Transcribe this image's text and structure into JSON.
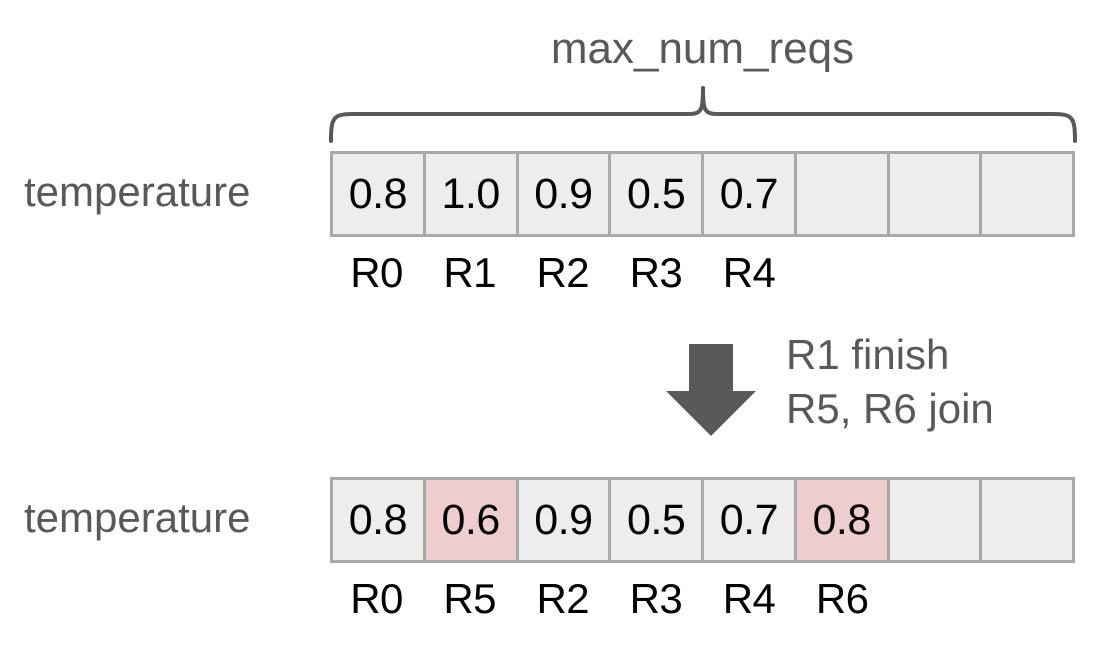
{
  "diagram": {
    "span_label": "max_num_reqs",
    "arrow_icon": "down-arrow-icon",
    "brace_icon": "curly-brace-icon",
    "annotation_lines": [
      "R1 finish",
      "R5, R6 join"
    ],
    "colors": {
      "cell_fill": "#ededed",
      "cell_border": "#a9a9a9",
      "highlight_fill": "#edcdcd",
      "arrow": "#595959",
      "label_text": "#595959",
      "value_text": "#000000",
      "background": "#ffffff"
    },
    "rows": [
      {
        "label": "temperature",
        "cells": [
          {
            "value": "0.8",
            "highlight": false
          },
          {
            "value": "1.0",
            "highlight": false
          },
          {
            "value": "0.9",
            "highlight": false
          },
          {
            "value": "0.5",
            "highlight": false
          },
          {
            "value": "0.7",
            "highlight": false
          },
          {
            "value": "",
            "highlight": false
          },
          {
            "value": "",
            "highlight": false
          },
          {
            "value": "",
            "highlight": false
          }
        ],
        "ids": [
          "R0",
          "R1",
          "R2",
          "R3",
          "R4",
          "",
          "",
          ""
        ]
      },
      {
        "label": "temperature",
        "cells": [
          {
            "value": "0.8",
            "highlight": false
          },
          {
            "value": "0.6",
            "highlight": true
          },
          {
            "value": "0.9",
            "highlight": false
          },
          {
            "value": "0.5",
            "highlight": false
          },
          {
            "value": "0.7",
            "highlight": false
          },
          {
            "value": "0.8",
            "highlight": true
          },
          {
            "value": "",
            "highlight": false
          },
          {
            "value": "",
            "highlight": false
          }
        ],
        "ids": [
          "R0",
          "R5",
          "R2",
          "R3",
          "R4",
          "R6",
          "",
          ""
        ]
      }
    ]
  }
}
